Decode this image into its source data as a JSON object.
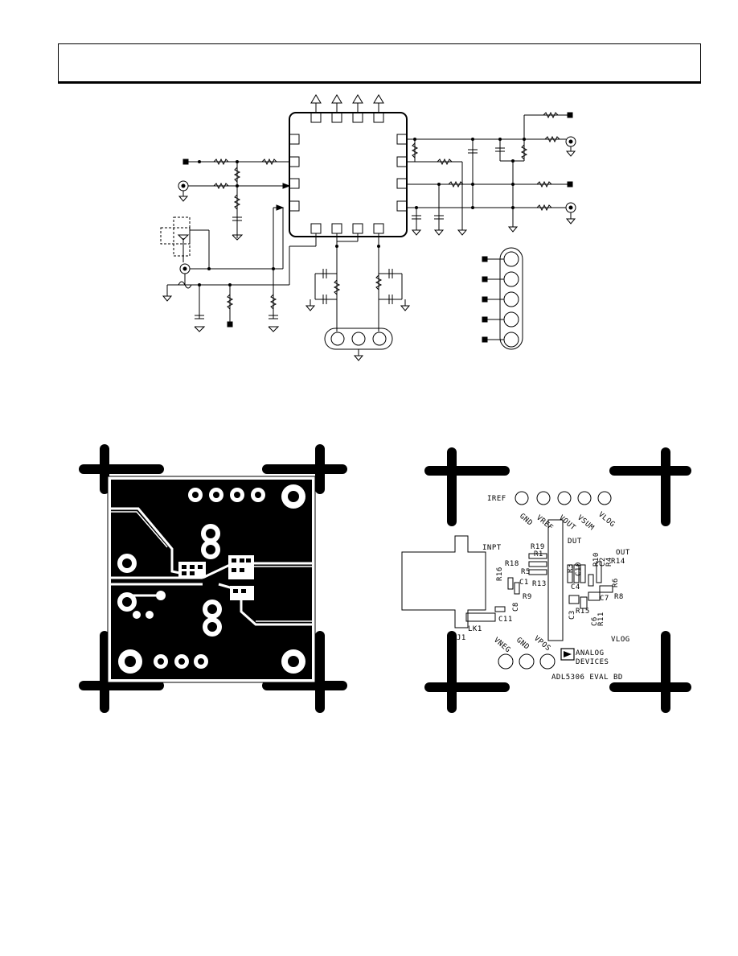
{
  "header": {
    "title": ""
  },
  "silkscreen": {
    "iref": "IREF",
    "gnd_top": "GND",
    "vref": "VREF",
    "vout": "VOUT",
    "vsum": "VSUM",
    "vlog_top": "VLOG",
    "dut": "DUT",
    "inpt": "INPT",
    "out": "OUT",
    "r19": "R19",
    "r1": "R1",
    "r18": "R18",
    "r16": "R16",
    "r5": "R5",
    "c1": "C1",
    "r13": "R13",
    "r9": "R9",
    "c8": "C8",
    "c11": "C11",
    "lk1": "LK1",
    "j1": "J1",
    "r10": "R10",
    "c2": "C2",
    "r4": "R4",
    "r14": "R14",
    "r3": "R3",
    "c10": "C10",
    "c4": "C4",
    "r6": "R6",
    "c7": "C7",
    "r8": "R8",
    "r15": "R15",
    "c3": "C3",
    "c6": "C6",
    "r11": "R11",
    "vlog_bottom": "VLOG",
    "vneg": "VNEG",
    "gnd_bottom": "GND",
    "vpos": "VPOS",
    "brand_line1": "ANALOG",
    "brand_line2": "DEVICES",
    "board_name": "ADL5306 EVAL BD"
  }
}
